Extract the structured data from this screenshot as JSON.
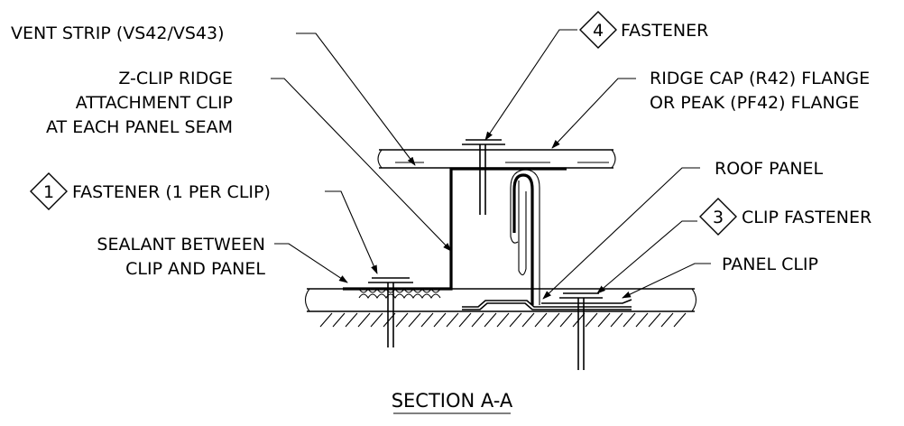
{
  "labels": {
    "vent_strip": "VENT STRIP (VS42/VS43)",
    "z_clip_line1": "Z-CLIP RIDGE",
    "z_clip_line2": "ATTACHMENT CLIP",
    "z_clip_line3": "AT EACH PANEL SEAM",
    "fastener_1": "FASTENER (1 PER CLIP)",
    "sealant_line1": "SEALANT BETWEEN",
    "sealant_line2": "CLIP AND PANEL",
    "fastener_4": "FASTENER",
    "ridge_cap_line1": "RIDGE CAP (R42) FLANGE",
    "ridge_cap_line2": "OR PEAK (PF42) FLANGE",
    "roof_panel": "ROOF PANEL",
    "clip_fastener": "CLIP FASTENER",
    "panel_clip": "PANEL CLIP"
  },
  "tags": {
    "tag_1": "1",
    "tag_3": "3",
    "tag_4": "4"
  },
  "title": "SECTION A-A"
}
